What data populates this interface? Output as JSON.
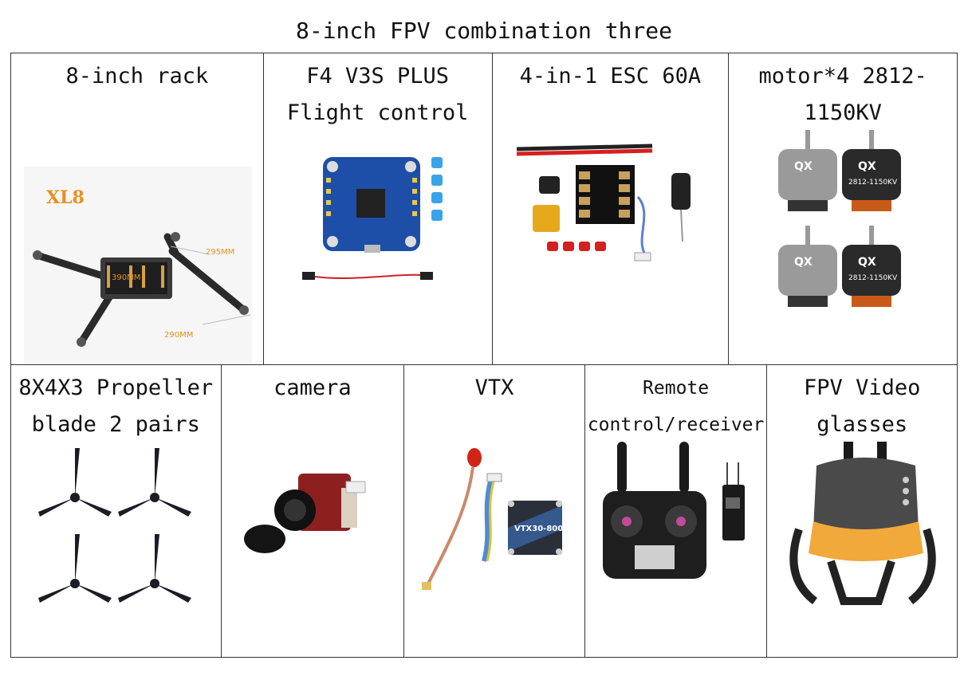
{
  "page": {
    "title": "8-inch FPV combination three"
  },
  "row1": [
    {
      "label": "8-inch rack",
      "annotations": {
        "brand": "XL8",
        "dim_a": "390MM",
        "dim_b": "295MM",
        "dim_c": "290MM"
      }
    },
    {
      "label": "F4 V3S PLUS Flight control"
    },
    {
      "label": "4-in-1 ESC 60A"
    },
    {
      "label": "motor*4 2812-1150KV",
      "annotations": {
        "brand": "QX",
        "motor_text": "2812-1150KV"
      }
    }
  ],
  "row2": [
    {
      "label": "8X4X3 Propeller blade 2 pairs"
    },
    {
      "label": "camera"
    },
    {
      "label": "VTX",
      "annotations": {
        "vtx_text": "VTX30-800"
      }
    },
    {
      "label": "Remote control/receiver"
    },
    {
      "label": "FPV Video glasses"
    }
  ],
  "colors": {
    "accent": "#e8901e",
    "frame": "#2a2a2a",
    "fc_blue": "#1d4fa8",
    "esc_red": "#d61f1f",
    "cam_red": "#8e1f1f",
    "goggle_orange": "#f2a93b"
  }
}
